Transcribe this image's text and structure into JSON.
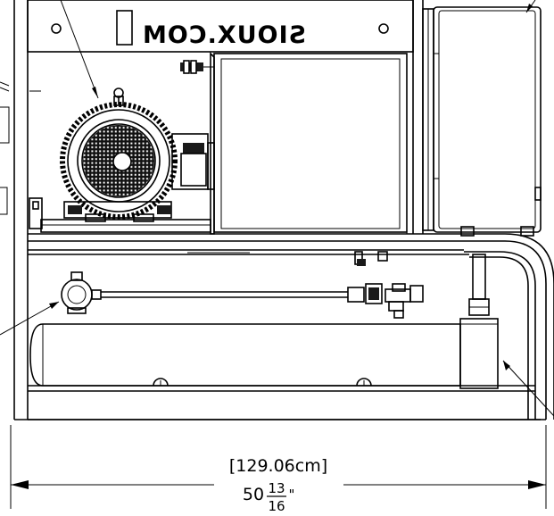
{
  "panel_logo": "SIOUX.COM",
  "dimension": {
    "metric": "[129.06cm]",
    "whole": "50",
    "numerator": "13",
    "denominator": "16",
    "unit": "\""
  },
  "colors": {
    "line": "#000000",
    "background": "#ffffff"
  }
}
